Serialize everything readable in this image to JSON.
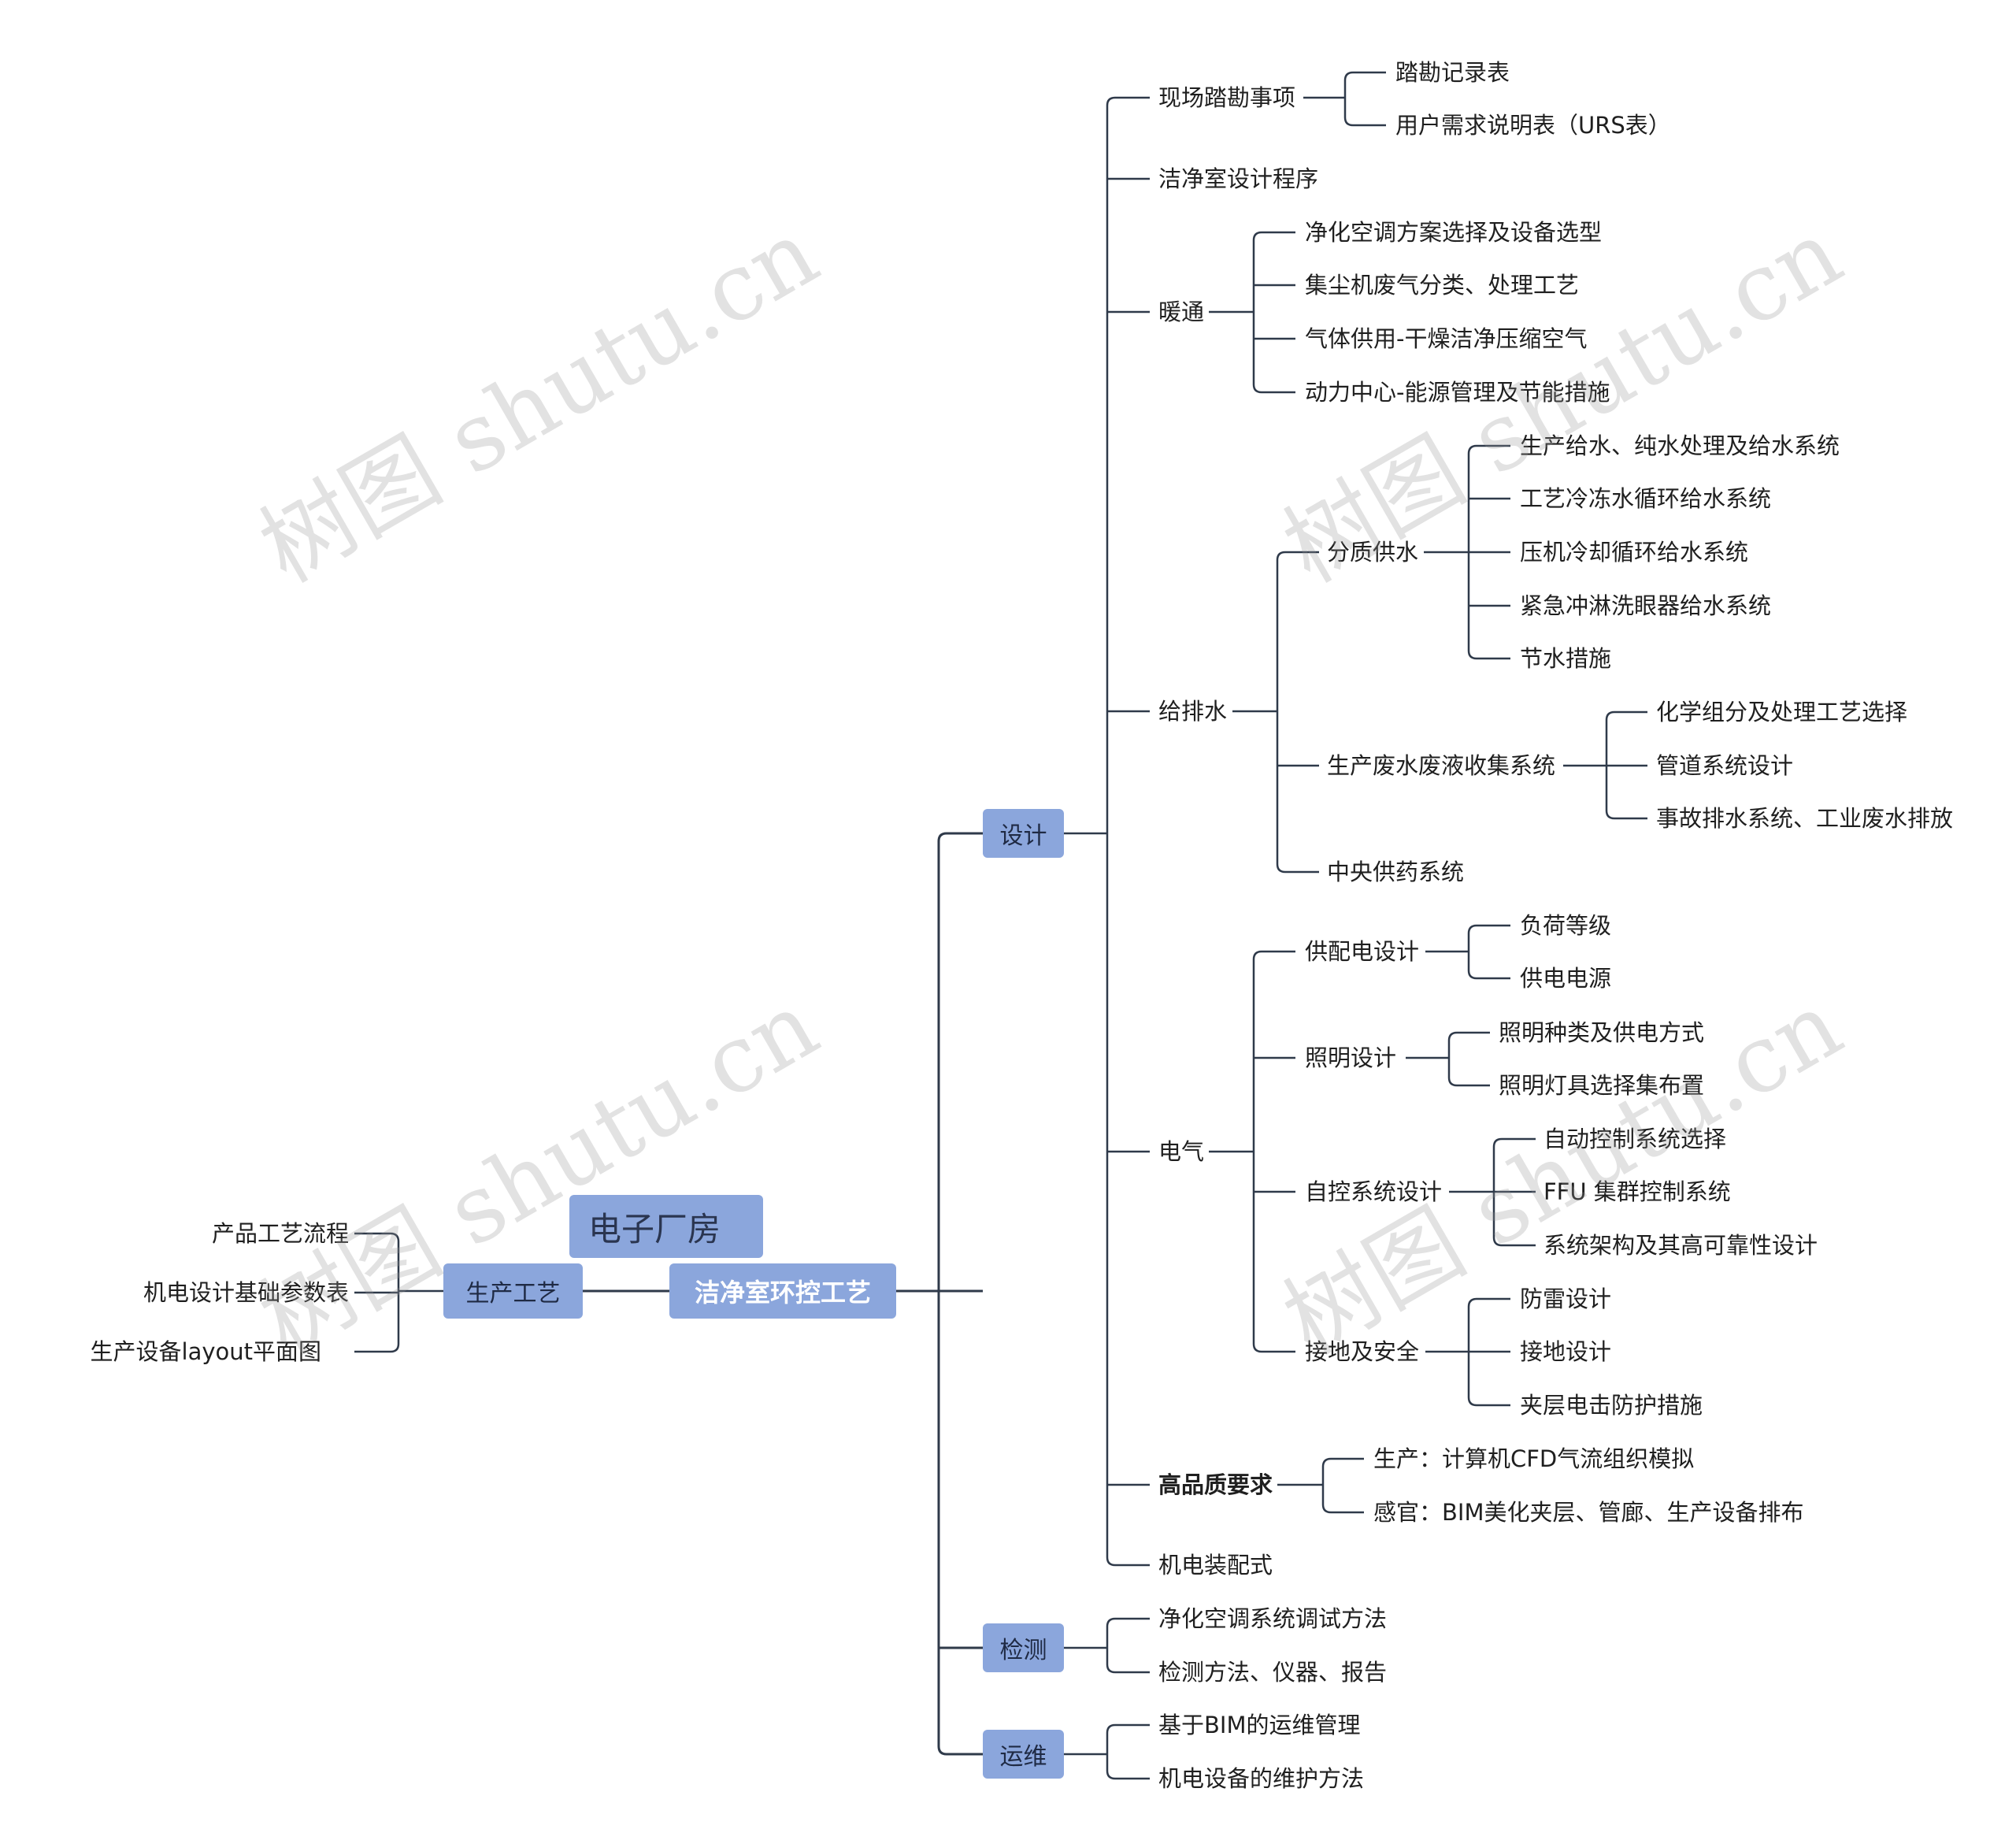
{
  "floating_topic": "电子厂房",
  "root": "洁净室环控工艺",
  "left_branch": {
    "label": "生产工艺",
    "items": [
      "产品工艺流程",
      "机电设计基础参数表",
      "生产设备layout平面图"
    ]
  },
  "design": {
    "label": "设计",
    "site_survey": {
      "label": "现场踏勘事项",
      "items": [
        "踏勘记录表",
        "用户需求说明表（URS表）"
      ]
    },
    "program": "洁净室设计程序",
    "hvac": {
      "label": "暖通",
      "items": [
        "净化空调方案选择及设备选型",
        "集尘机废气分类、处理工艺",
        "气体供用-干燥洁净压缩空气",
        "动力中心-能源管理及节能措施"
      ]
    },
    "water": {
      "label": "给排水",
      "quality": {
        "label": "分质供水",
        "items": [
          "生产给水、纯水处理及给水系统",
          "工艺冷冻水循环给水系统",
          "压机冷却循环给水系统",
          "紧急冲淋洗眼器给水系统",
          "节水措施"
        ]
      },
      "waste": {
        "label": "生产废水废液收集系统",
        "items": [
          "化学组分及处理工艺选择",
          "管道系统设计",
          "事故排水系统、工业废水排放"
        ]
      },
      "chem": "中央供药系统"
    },
    "electric": {
      "label": "电气",
      "supply": {
        "label": "供配电设计",
        "items": [
          "负荷等级",
          "供电电源"
        ]
      },
      "lighting": {
        "label": "照明设计",
        "items": [
          "照明种类及供电方式",
          "照明灯具选择集布置"
        ]
      },
      "control": {
        "label": "自控系统设计",
        "items": [
          "自动控制系统选择",
          "FFU 集群控制系统",
          "系统架构及其高可靠性设计"
        ]
      },
      "grounding": {
        "label": "接地及安全",
        "items": [
          "防雷设计",
          "接地设计",
          "夹层电击防护措施"
        ]
      }
    },
    "quality": {
      "label": "高品质要求",
      "items": [
        "生产：计算机CFD气流组织模拟",
        "感官：BIM美化夹层、管廊、生产设备排布"
      ]
    },
    "prefab": "机电装配式"
  },
  "testing": {
    "label": "检测",
    "items": [
      "净化空调系统调试方法",
      "检测方法、仪器、报告"
    ]
  },
  "operation": {
    "label": "运维",
    "items": [
      "基于BIM的运维管理",
      "机电设备的维护方法"
    ]
  },
  "watermark": "树图 shutu.cn",
  "colors": {
    "box_fill": "#8ba6dc",
    "line": "#2f3a4a",
    "watermark": "#9a9a9a"
  }
}
